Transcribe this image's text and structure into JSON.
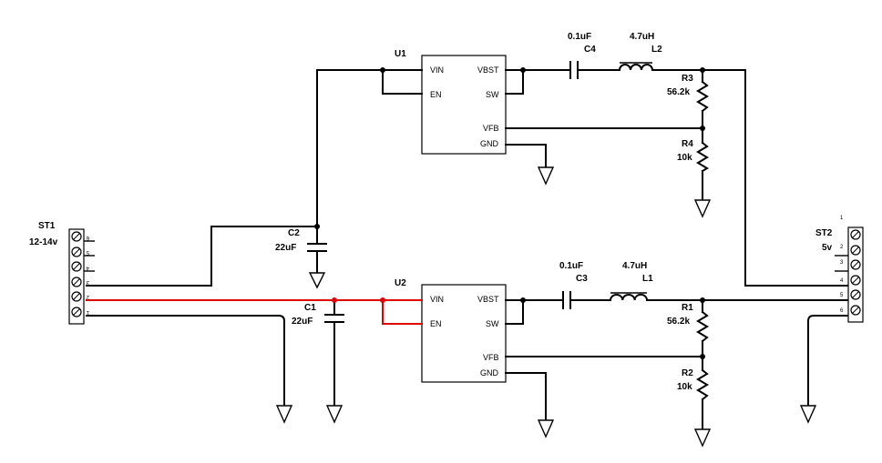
{
  "u1": {
    "ref": "U1",
    "pins": {
      "vin": "VIN",
      "en": "EN",
      "vbst": "VBST",
      "sw": "SW",
      "vfb": "VFB",
      "gnd": "GND"
    }
  },
  "u2": {
    "ref": "U2",
    "pins": {
      "vin": "VIN",
      "en": "EN",
      "vbst": "VBST",
      "sw": "SW",
      "vfb": "VFB",
      "gnd": "GND"
    }
  },
  "c4": {
    "ref": "C4",
    "value": "0.1uF"
  },
  "l2": {
    "ref": "L2",
    "value": "4.7uH"
  },
  "r3": {
    "ref": "R3",
    "value": "56.2k"
  },
  "r4": {
    "ref": "R4",
    "value": "10k"
  },
  "c2": {
    "ref": "C2",
    "value": "22uF"
  },
  "c1": {
    "ref": "C1",
    "value": "22uF"
  },
  "c3": {
    "ref": "C3",
    "value": "0.1uF"
  },
  "l1": {
    "ref": "L1",
    "value": "4.7uH"
  },
  "r1": {
    "ref": "R1",
    "value": "56.2k"
  },
  "r2": {
    "ref": "R2",
    "value": "10k"
  },
  "st1": {
    "ref": "ST1",
    "value": "12-14v",
    "pins": [
      "6",
      "5",
      "4",
      "3",
      "2",
      "1"
    ]
  },
  "st2": {
    "ref": "ST2",
    "value": "5v",
    "pins": [
      "1",
      "2",
      "3",
      "4",
      "5",
      "6"
    ]
  },
  "colors": {
    "wire": "#000000",
    "highlight_net": "#e00000"
  }
}
